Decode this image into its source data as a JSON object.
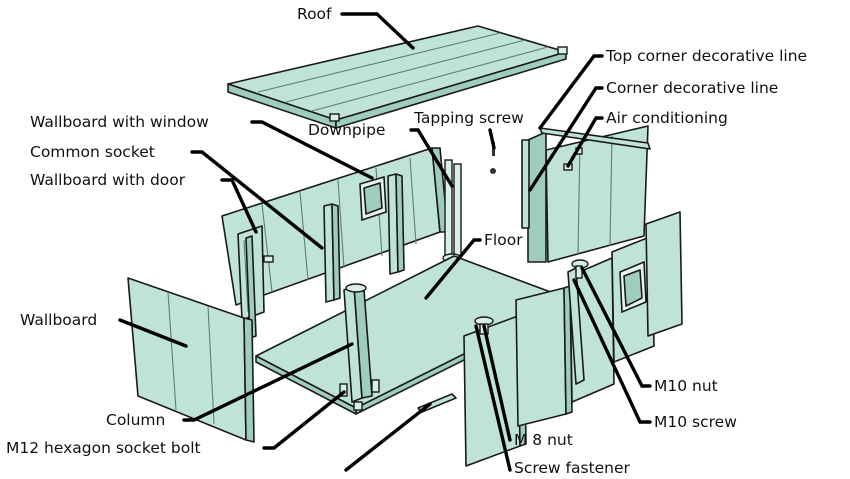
{
  "labels": {
    "roof": "Roof",
    "top_corner_line": "Top corner decorative line",
    "corner_line": "Corner decorative line",
    "air_conditioning": "Air conditioning",
    "tapping_screw": "Tapping screw",
    "downpipe": "Downpipe",
    "wallboard_window": "Wallboard with window",
    "common_socket": "Common socket",
    "wallboard_door": "Wallboard with door",
    "floor": "Floor",
    "wallboard": "Wallboard",
    "column": "Column",
    "m12_bolt": "M12 hexagon socket bolt",
    "m10_nut": "M10 nut",
    "m10_screw": "M10 screw",
    "m8_nut": "M 8 nut",
    "screw_fastener": "Screw fastener"
  },
  "colors": {
    "panel": "#bfe3d6",
    "panel_dark": "#9fcdbd",
    "outline": "#1a1a1a",
    "leader": "#000000"
  }
}
